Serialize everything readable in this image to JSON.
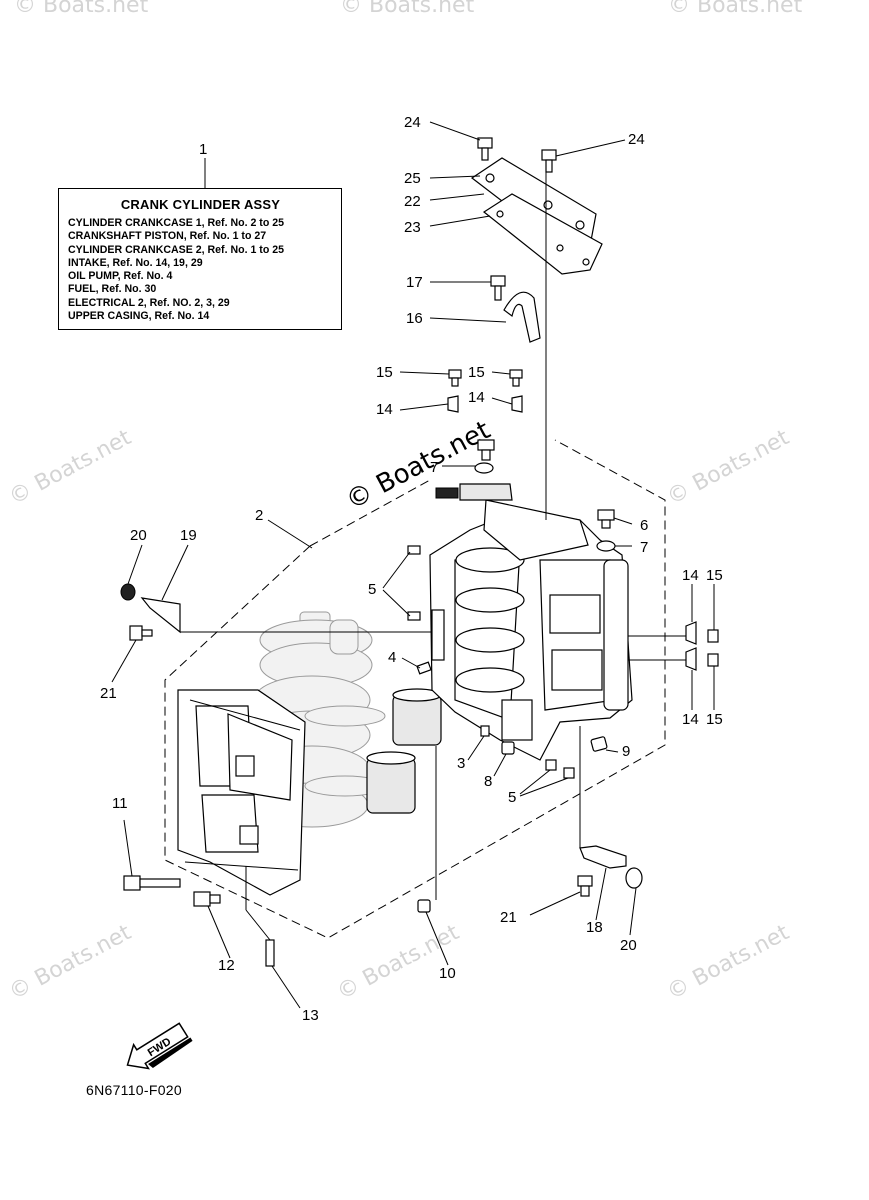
{
  "assy_box": {
    "title": "CRANK CYLINDER ASSY",
    "lines": [
      "CYLINDER CRANKCASE 1,  Ref. No. 2 to 25",
      "CRANKSHAFT PISTON,  Ref. No. 1 to 27",
      "CYLINDER CRANKCASE 2,  Ref. No. 1 to 25",
      "INTAKE,  Ref. No. 14, 19, 29",
      "OIL PUMP,  Ref. No. 4",
      "FUEL,  Ref. No. 30",
      "ELECTRICAL 2,  Ref. NO. 2, 3, 29",
      "UPPER CASING,  Ref. No. 14"
    ]
  },
  "callouts": {
    "c1": "1",
    "c2": "2",
    "c3": "3",
    "c4": "4",
    "c5a": "5",
    "c5b": "5",
    "c6": "6",
    "c7a": "7",
    "c7b": "7",
    "c8": "8",
    "c9": "9",
    "c10": "10",
    "c11": "11",
    "c12": "12",
    "c13": "13",
    "c14a": "14",
    "c14b": "14",
    "c14c": "14",
    "c14d": "14",
    "c15a": "15",
    "c15b": "15",
    "c15c": "15",
    "c15d": "15",
    "c16": "16",
    "c17": "17",
    "c18": "18",
    "c19": "19",
    "c20a": "20",
    "c20b": "20",
    "c21a": "21",
    "c21b": "21",
    "c22": "22",
    "c23": "23",
    "c24a": "24",
    "c24b": "24",
    "c25": "25"
  },
  "fwd_label": "FWD",
  "watermark": "© Boats.net",
  "reference_code": "6N67110-F020"
}
